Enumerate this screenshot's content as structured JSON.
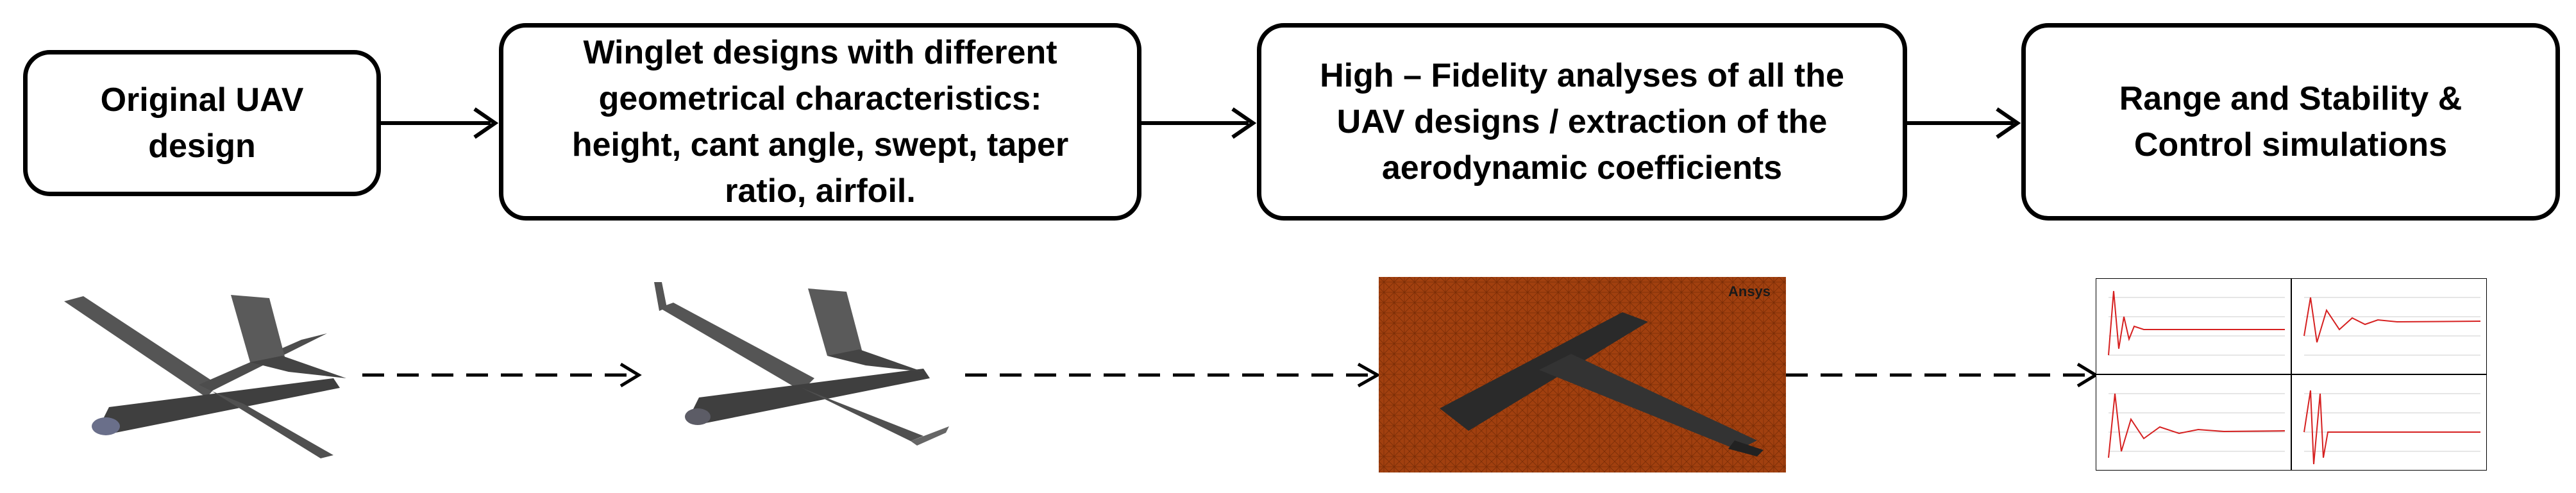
{
  "steps": [
    {
      "lines": [
        "Original UAV",
        "design"
      ]
    },
    {
      "lines": [
        "Winglet designs with different",
        "geometrical characteristics:",
        "height, cant angle, swept, taper",
        "ratio, airfoil."
      ]
    },
    {
      "lines": [
        "High – Fidelity analyses of all the",
        "UAV designs / extraction of the",
        "aerodynamic coefficients"
      ]
    },
    {
      "lines": [
        "Range and Stability &",
        "Control simulations"
      ]
    }
  ],
  "cfd_image": {
    "logo_text": "Ansys"
  },
  "colors": {
    "mesh_background": "#a1400f",
    "aircraft": "#4a4a4a",
    "plot_line": "#d62020"
  }
}
